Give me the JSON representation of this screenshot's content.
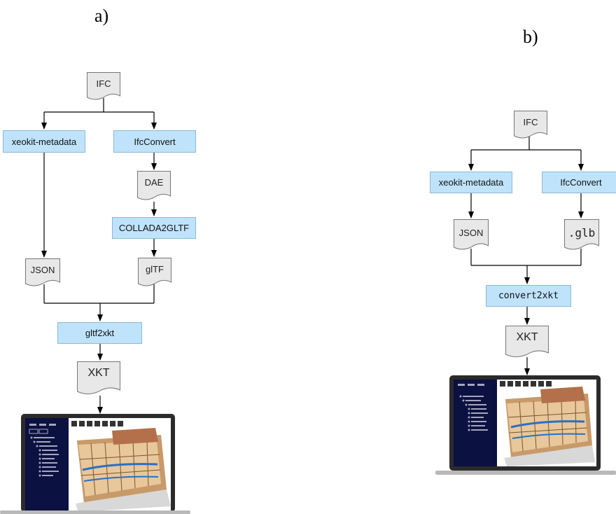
{
  "panels": {
    "a": {
      "label": "a)",
      "input": "IFC",
      "metadata_tool": "xeokit-metadata",
      "convert_tool": "IfcConvert",
      "intermediate_1": "DAE",
      "converter_2": "COLLADA2GLTF",
      "metadata_output": "JSON",
      "geometry_output": "glTF",
      "final_tool": "gltf2xkt",
      "final_output": "XKT"
    },
    "b": {
      "label": "b)",
      "input": "IFC",
      "metadata_tool": "xeokit-metadata",
      "convert_tool": "IfcConvert",
      "metadata_output": "JSON",
      "geometry_output": ".glb",
      "final_tool": "convert2xkt",
      "final_output": "XKT"
    }
  },
  "colors": {
    "process_fill": "#bfe3fb",
    "process_border": "#8ab8d9",
    "document_fill": "#e8e8e8",
    "connector": "#000000",
    "viewer_panel": "#0b1140"
  },
  "icons": [
    "document-icon",
    "laptop-icon",
    "building-model-image"
  ]
}
